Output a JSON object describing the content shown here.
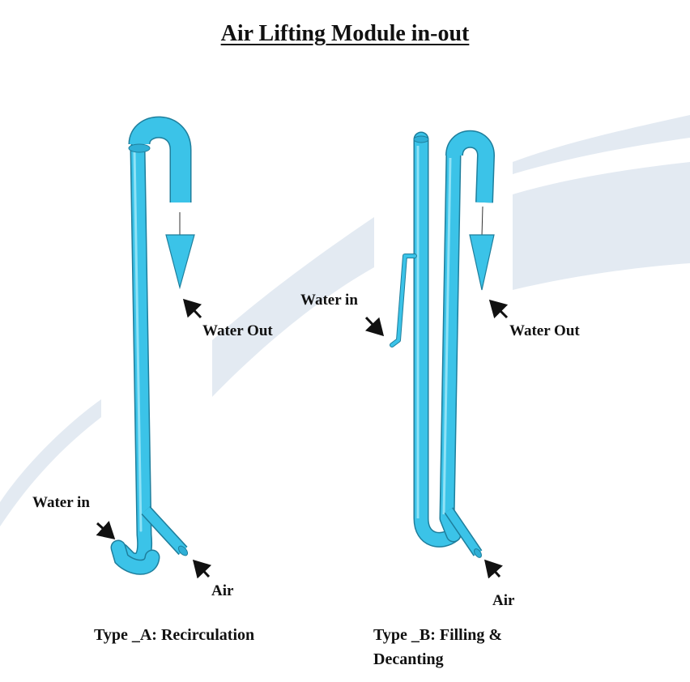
{
  "title": "Air Lifting Module in-out",
  "colors": {
    "pipe": "#3BC3E8",
    "pipe_edge": "#1E7E9C",
    "pipe_highlight": "#8FE2F6",
    "background_swoosh": "#E3EAF2",
    "arrow": "#111111"
  },
  "type_a": {
    "caption": "Type _A: Recirculation",
    "water_in_label": "Water in",
    "water_out_label": "Water Out",
    "air_label": "Air"
  },
  "type_b": {
    "caption_line1": "Type _B: Filling &",
    "caption_line2": "Decanting",
    "water_in_label": "Water in",
    "water_out_label": "Water Out",
    "air_label": "Air"
  }
}
